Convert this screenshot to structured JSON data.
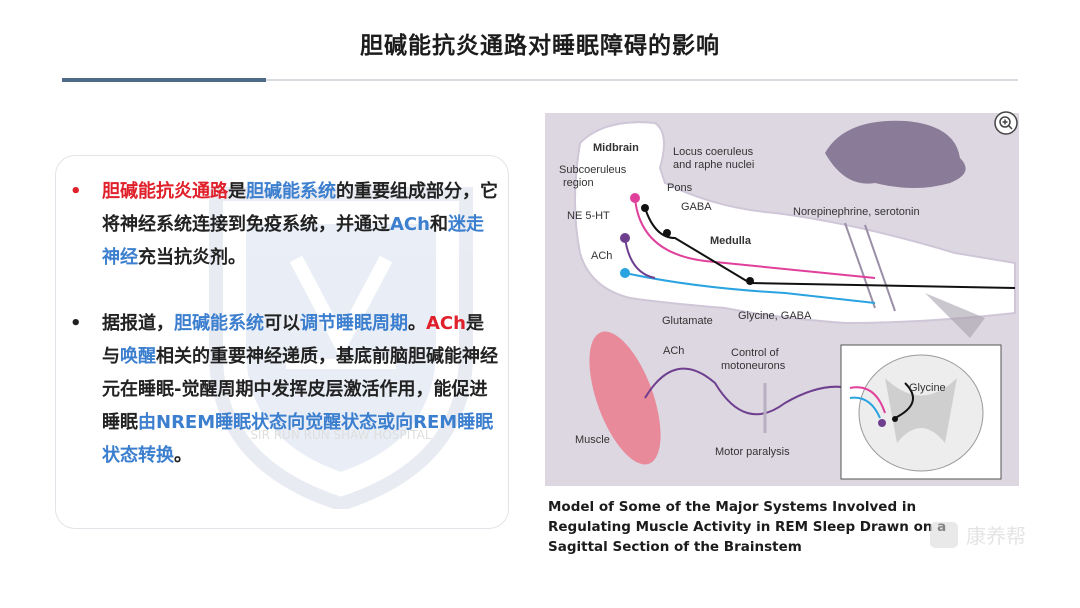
{
  "title": "胆碱能抗炎通路对睡眠障碍的影响",
  "left_panel": {
    "bullet_1_marker": "•",
    "bullet_1": [
      {
        "text": "胆碱能抗炎通路",
        "style": "red"
      },
      {
        "text": "是",
        "style": "plain"
      },
      {
        "text": "胆碱能系统",
        "style": "blue"
      },
      {
        "text": "的重要组成部分，它将神经系统连接到免疫系统，并通过",
        "style": "plain"
      },
      {
        "text": "ACh",
        "style": "blue"
      },
      {
        "text": "和",
        "style": "plain"
      },
      {
        "text": "迷走神经",
        "style": "blue"
      },
      {
        "text": "充当抗炎剂。",
        "style": "plain"
      }
    ],
    "bullet_2_marker": "•",
    "bullet_2": [
      {
        "text": "据报道，",
        "style": "plain"
      },
      {
        "text": "胆碱能系统",
        "style": "blue"
      },
      {
        "text": "可以",
        "style": "plain"
      },
      {
        "text": "调节睡眠周期",
        "style": "blue"
      },
      {
        "text": "。",
        "style": "plain"
      },
      {
        "text": "ACh",
        "style": "red"
      },
      {
        "text": "是与",
        "style": "plain"
      },
      {
        "text": "唤醒",
        "style": "blue"
      },
      {
        "text": "相关的重要神经递质，基底前脑胆碱能神经元在睡眠-觉醒周期中发挥皮层激活作用，能促进睡眠",
        "style": "plain"
      },
      {
        "text": "由NREM睡眠状态向觉醒状态或向REM睡眠状态转换",
        "style": "blue"
      },
      {
        "text": "。",
        "style": "plain"
      }
    ],
    "watermark_text": "SIR RUN RUN SHAW HOSPITAL"
  },
  "figure": {
    "labels": {
      "midbrain": "Midbrain",
      "locus": "Locus coeruleus",
      "raphe": "and raphe nuclei",
      "subcoeruleus": "Subcoeruleus",
      "region": "region",
      "pons": "Pons",
      "gaba": "GABA",
      "ne5ht": "NE 5-HT",
      "medulla": "Medulla",
      "ach": "ACh",
      "norepi": "Norepinephrine, serotonin",
      "glutamate": "Glutamate",
      "glycine_gaba": "Glycine, GABA",
      "ach2": "ACh",
      "control": "Control of",
      "motoneurons": "motoneurons",
      "glycine": "Glycine",
      "muscle": "Muscle",
      "motor_paralysis": "Motor paralysis"
    },
    "colors": {
      "pink": "#e0409b",
      "blue": "#2aa3e0",
      "purple": "#6e3f8f",
      "black": "#111111",
      "background": "#ddd7e1"
    }
  },
  "caption": "Model of Some of the Major Systems Involved in Regulating Muscle Activity in REM Sleep Drawn on a Sagittal Section of the Brainstem",
  "brand": "康养帮",
  "zoom_icon": "zoom-in-icon"
}
